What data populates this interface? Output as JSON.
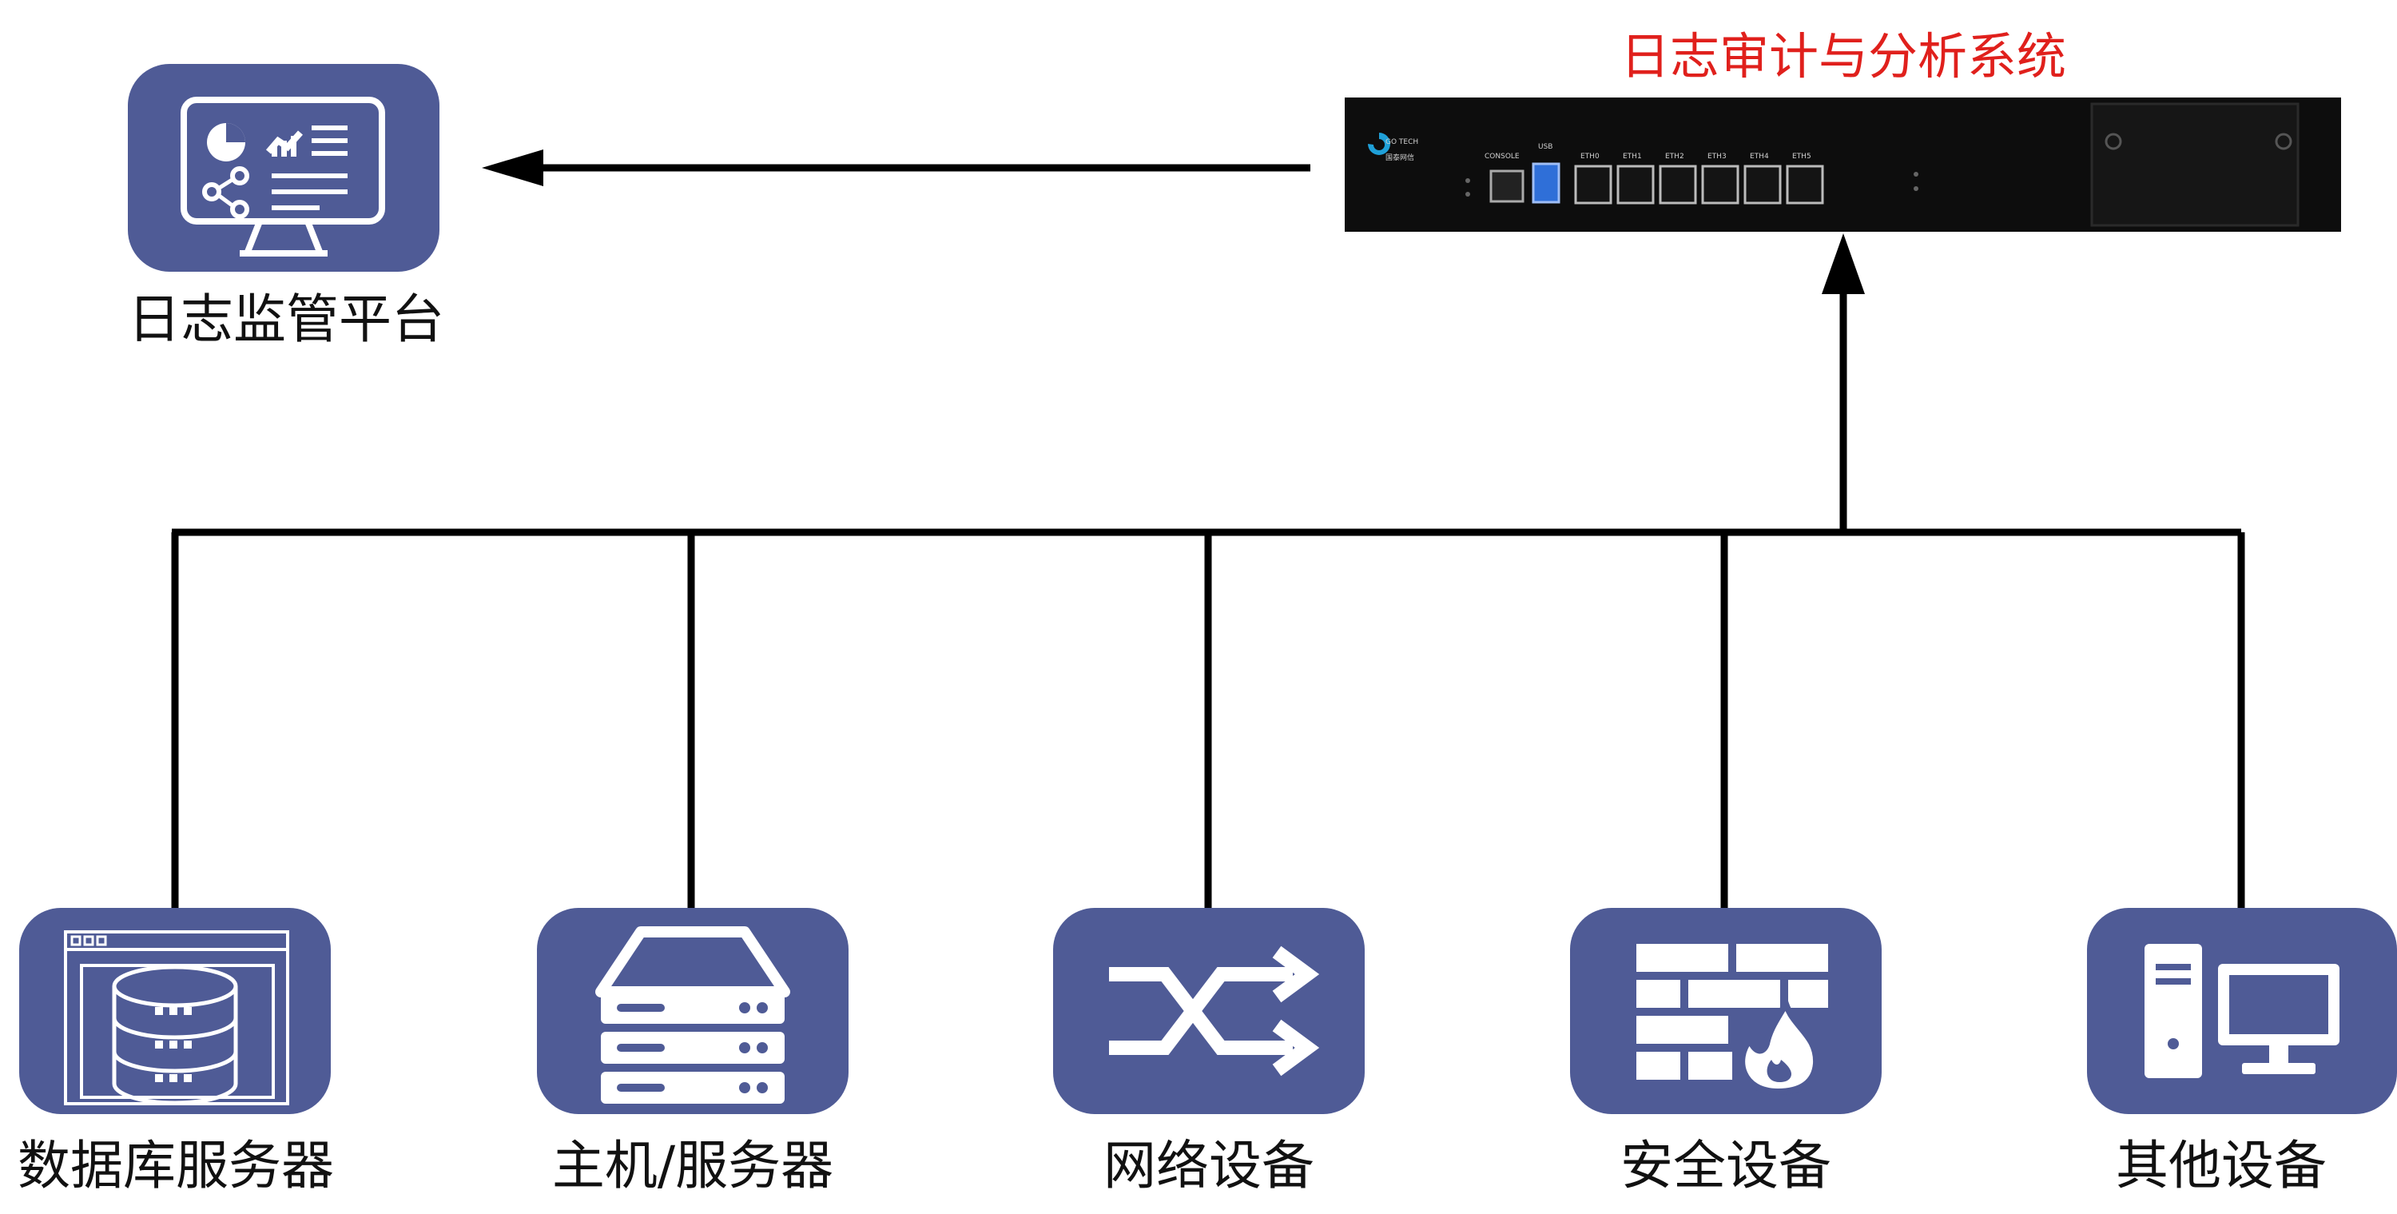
{
  "system": {
    "title": "日志审计与分析系统",
    "device_brand": "GO TECH",
    "device_brand_cn": "国泰网信",
    "ports": {
      "console": "CONSOLE",
      "usb": "USB",
      "eth": [
        "ETH0",
        "ETH1",
        "ETH2",
        "ETH3",
        "ETH4",
        "ETH5"
      ]
    }
  },
  "platform": {
    "label": "日志监管平台",
    "icon": "monitor-dashboard-icon"
  },
  "sources": [
    {
      "label": "数据库服务器",
      "icon": "database-server-icon"
    },
    {
      "label": "主机/服务器",
      "icon": "server-rack-icon"
    },
    {
      "label": "网络设备",
      "icon": "network-switch-icon"
    },
    {
      "label": "安全设备",
      "icon": "firewall-icon"
    },
    {
      "label": "其他设备",
      "icon": "desktop-computer-icon"
    }
  ],
  "colors": {
    "icon_bg": "#4f5b96",
    "title": "#e0201c",
    "line": "#000000",
    "device": "#0d0d0d"
  }
}
